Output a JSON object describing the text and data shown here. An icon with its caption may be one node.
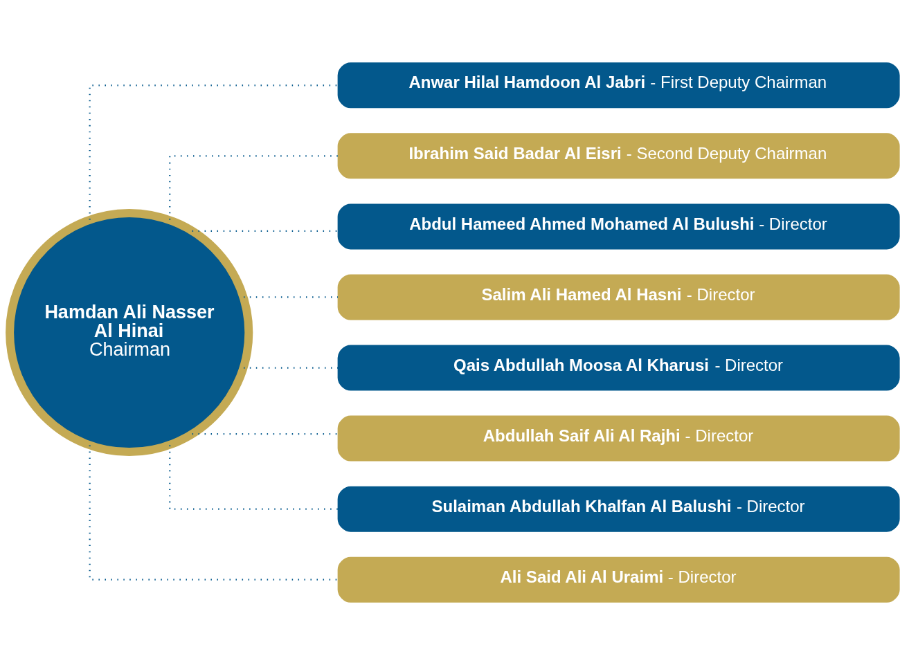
{
  "diagram": {
    "nodes": [
      {
        "text": [
          "Hamdan Ali Nasser Al Hinai",
          "Chairman"
        ]
      },
      {
        "text": [
          "**Anwar Hilal Hamdoon Al Jabri** - First Deputy Chairman"
        ]
      },
      {
        "text": [
          "**Ibrahim Said Badar Al Eisri** - Second Deputy Chairman"
        ]
      },
      {
        "text": [
          "**Abdul Hameed Ahmed Mohamed Al Bulushi** - Director"
        ]
      },
      {
        "text": [
          "**Salim Ali Hamed Al Hasni** - Director"
        ]
      },
      {
        "text": [
          "**Qais Abdullah Moosa Al Kharusi** - Director"
        ]
      },
      {
        "text": [
          "**Abdullah Saif Ali Al Rajhi** - Director"
        ]
      },
      {
        "text": [
          "**Sulaiman Abdullah Khalfan Al Balushi** - Director"
        ]
      },
      {
        "text": [
          "**Ali Said Ali Al Uraimi** - Director"
        ]
      }
    ],
    "edges": [
      {
        "from": 0,
        "to": 1,
        "arrow": "none",
        "style": "dashed"
      },
      {
        "from": 0,
        "to": 2,
        "arrow": "none",
        "style": "dashed"
      },
      {
        "from": 0,
        "to": 3,
        "arrow": "none",
        "style": "dashed"
      },
      {
        "from": 0,
        "to": 4,
        "arrow": "none",
        "style": "dashed"
      },
      {
        "from": 0,
        "to": 5,
        "arrow": "none",
        "style": "dashed"
      },
      {
        "from": 0,
        "to": 6,
        "arrow": "none",
        "style": "dashed"
      },
      {
        "from": 0,
        "to": 7,
        "arrow": "none",
        "style": "dashed"
      },
      {
        "from": 0,
        "to": 8,
        "arrow": "none",
        "style": "dashed"
      }
    ]
  }
}
